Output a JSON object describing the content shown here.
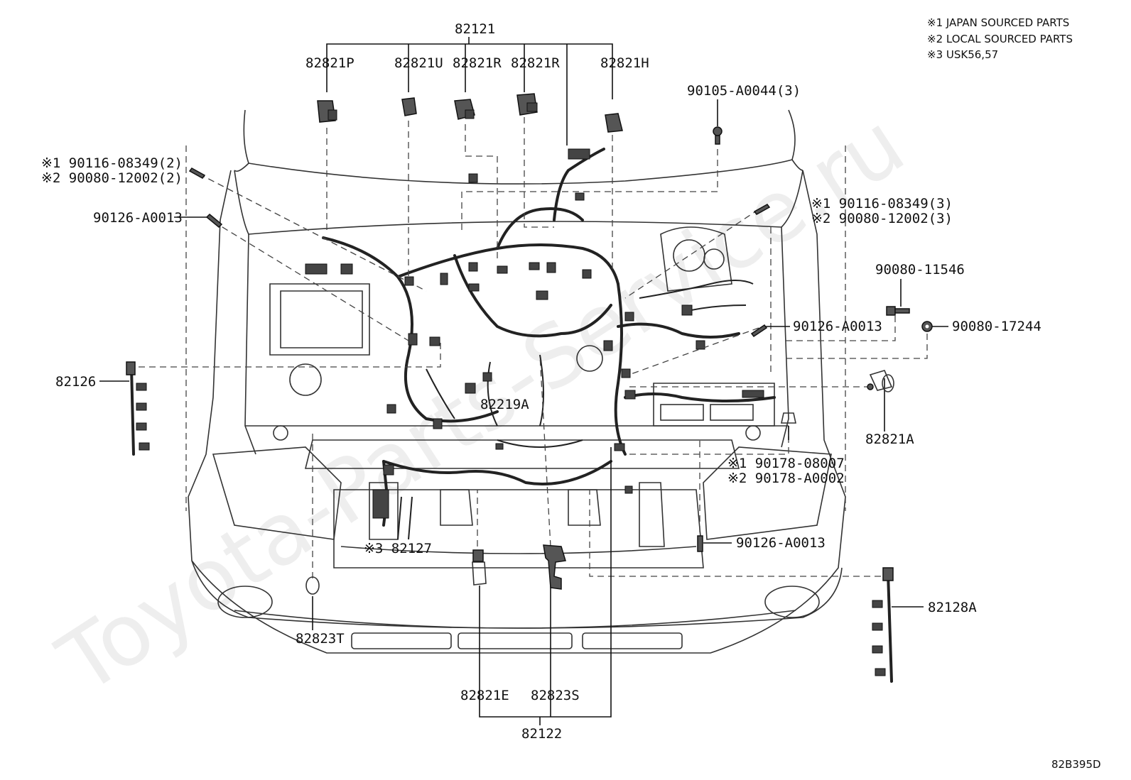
{
  "notes": [
    "※1 JAPAN SOURCED PARTS",
    "※2 LOCAL SOURCED PARTS",
    "※3 USK56,57"
  ],
  "watermark": "Toyota-Parts-Service.ru",
  "diagram_id": "82B395D",
  "labels": {
    "top_group": "82121",
    "p_82821P": "82821P",
    "p_82821U": "82821U",
    "p_82821R_a": "82821R",
    "p_82821R_b": "82821R",
    "p_82821H": "82821H",
    "bolt_top": "90105-A0044(3)",
    "left_j1": "※1 90116-08349(2)",
    "left_j2": "※2 90080-12002(2)",
    "left_clip": "90126-A0013",
    "right_j1": "※1 90116-08349(3)",
    "right_j2": "※2 90080-12002(3)",
    "bolt_right": "90080-11546",
    "clip_mid": "90126-A0013",
    "nut_right": "90080-17244",
    "harness_left": "82126",
    "harness_center": "82219A",
    "relay_right": "82821A",
    "nut_j1": "※1 90178-08007",
    "nut_j2": "※2 90178-A0002",
    "clip_low": "90126-A0013",
    "harness_low": "※3 82127",
    "harness_right": "82128A",
    "socket_left": "82823T",
    "conn_low_a": "82821E",
    "conn_low_b": "82823S",
    "bottom_group": "82122"
  }
}
